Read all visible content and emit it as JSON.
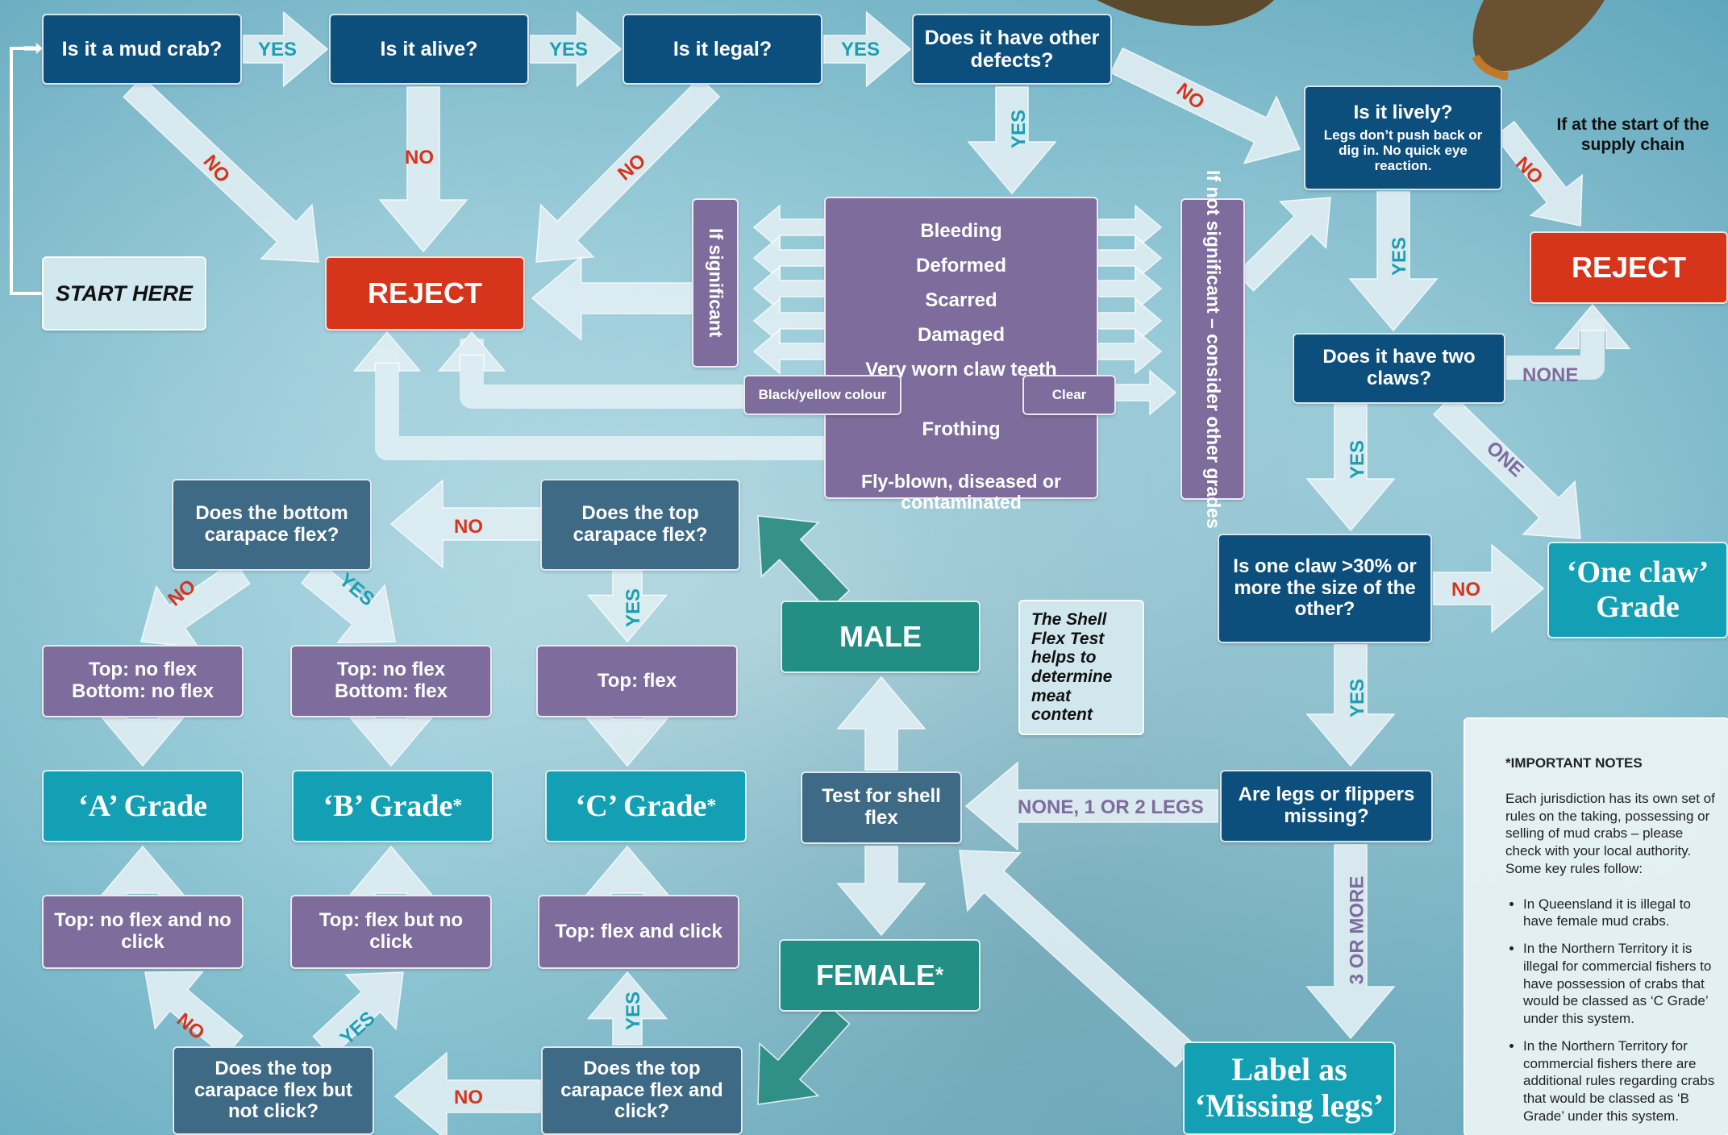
{
  "flow": {
    "q_mud_crab": "Is it a mud crab?",
    "q_alive": "Is it alive?",
    "q_legal": "Is it legal?",
    "q_other_defects": "Does it have other defects?",
    "q_lively": "Is it lively?",
    "q_lively_note": "Legs don’t push back or dig in. No quick eye reaction.",
    "q_two_claws": "Does it have two claws?",
    "q_claw_size": "Is one claw >30% or more the size of the other?",
    "q_legs_missing": "Are legs or flippers missing?",
    "q_bottom_flex": "Does the bottom carapace flex?",
    "q_top_flex": "Does the top carapace flex?",
    "q_top_flex_not_click": "Does the top carapace flex but not click?",
    "q_top_flex_click": "Does the top carapace flex and click?",
    "test_shell_flex": "Test for shell flex",
    "start_here": "START HERE",
    "reject": "REJECT",
    "reject2": "REJECT",
    "supply_chain_note": "If at the start of the supply chain",
    "if_significant": "If significant",
    "if_not_significant": "If not significant – consider other grades",
    "defects": [
      "Bleeding",
      "Deformed",
      "Scarred",
      "Damaged",
      "Very worn claw teeth"
    ],
    "frothing": "Frothing",
    "black_yellow": "Black/yellow colour",
    "clear": "Clear",
    "fly_blown": "Fly-blown, diseased or contaminated",
    "top_no_flex_bottom_no_flex": "Top: no flex Bottom: no flex",
    "top_no_flex_bottom_flex": "Top: no flex Bottom: flex",
    "top_flex": "Top:  flex",
    "top_no_flex_no_click": "Top: no flex and no click",
    "top_flex_no_click": "Top: flex but no click",
    "top_flex_and_click": "Top: flex and click",
    "grade_a": "‘A’ Grade",
    "grade_b": "‘B’ Grade",
    "grade_c": "‘C’ Grade",
    "grade_one_claw": "‘One claw’ Grade",
    "label_missing_legs": "Label as ‘Missing legs’",
    "male": "MALE",
    "female": "FEMALE",
    "asterisk": "*",
    "shell_flex_note": "The Shell Flex Test helps to determine meat content"
  },
  "edge_labels": {
    "yes": "YES",
    "no": "NO",
    "none": "NONE",
    "one": "ONE",
    "none_1_2_legs": "NONE, 1 OR 2 LEGS",
    "three_or_more": "3 OR MORE"
  },
  "notes": {
    "heading": "*IMPORTANT NOTES",
    "intro": "Each jurisdiction has its own set of rules on the taking, possessing or selling of mud crabs – please check with your local authority. Some key rules follow:",
    "items": [
      "In Queensland it is illegal to have female mud crabs.",
      "In the Northern Territory it is illegal for commercial fishers to have possession of crabs that would be classed as ‘C Grade’ under this system.",
      "In the Northern Territory for commercial fishers there are additional rules regarding crabs that would be classed as ‘B Grade’ under this system."
    ]
  },
  "colors": {
    "arrow": "#dfeef3",
    "arrow_teal": "#2a8d82",
    "question": "#0d4f7c",
    "purple": "#7d6c9c",
    "grade": "#13a0b4",
    "reject": "#d7341c"
  }
}
